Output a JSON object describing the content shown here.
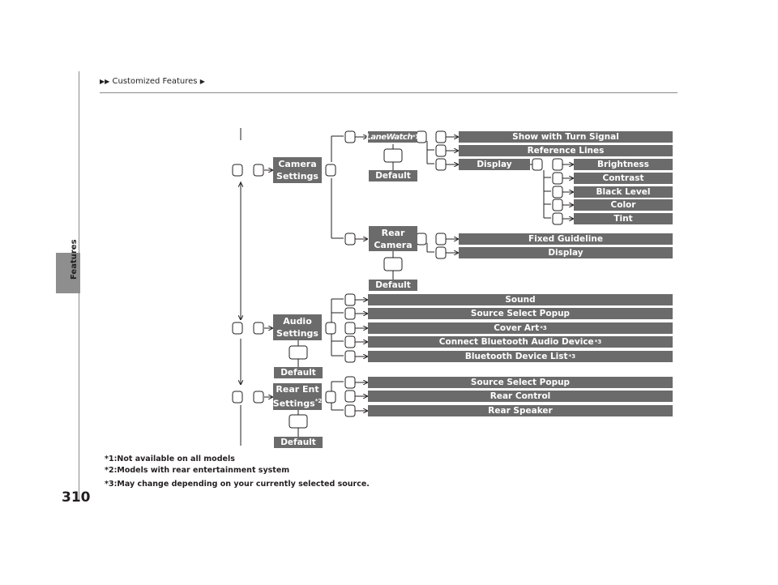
{
  "header": {
    "breadcrumb_arrows": "▶▶",
    "breadcrumb": "Customized Features",
    "breadcrumb_end": "▶"
  },
  "page_number": "310",
  "side_tab": {
    "label": "Features"
  },
  "menu": {
    "camera": {
      "label_line1": "Camera",
      "label_line2": "Settings",
      "lanewatch": {
        "label": "LaneWatch",
        "note": "*1",
        "default_label": "Default"
      },
      "show_turn_signal": "Show with Turn Signal",
      "reference_lines": "Reference Lines",
      "display": "Display",
      "brightness": "Brightness",
      "contrast": "Contrast",
      "black_level": "Black Level",
      "color": "Color",
      "tint": "Tint",
      "rear_camera": {
        "line1": "Rear",
        "line2": "Camera",
        "default_label": "Default"
      },
      "fixed_guideline": "Fixed Guideline",
      "rear_display": "Display"
    },
    "audio": {
      "label_line1": "Audio",
      "label_line2": "Settings",
      "default_label": "Default",
      "sound": "Sound",
      "source_select_popup": "Source Select Popup",
      "cover_art": "Cover Art",
      "cover_art_note": "*3",
      "connect_bt": "Connect Bluetooth Audio Device",
      "connect_bt_note": "*3",
      "bt_list": "Bluetooth Device List",
      "bt_list_note": "*3"
    },
    "rear_ent": {
      "label_line1": "Rear Ent",
      "label_line2": "Settings",
      "label_note": "*2",
      "default_label": "Default",
      "source_select_popup": "Source Select Popup",
      "rear_control": "Rear Control",
      "rear_speaker": "Rear Speaker"
    }
  },
  "footnotes": {
    "n1": "*1:Not available on all models",
    "n2": "*2:Models with rear entertainment system",
    "n3": "*3:May change depending on your currently selected source."
  },
  "colors": {
    "box": "#6b6b6b",
    "line": "#231f20",
    "tab": "#8e8e8e"
  }
}
